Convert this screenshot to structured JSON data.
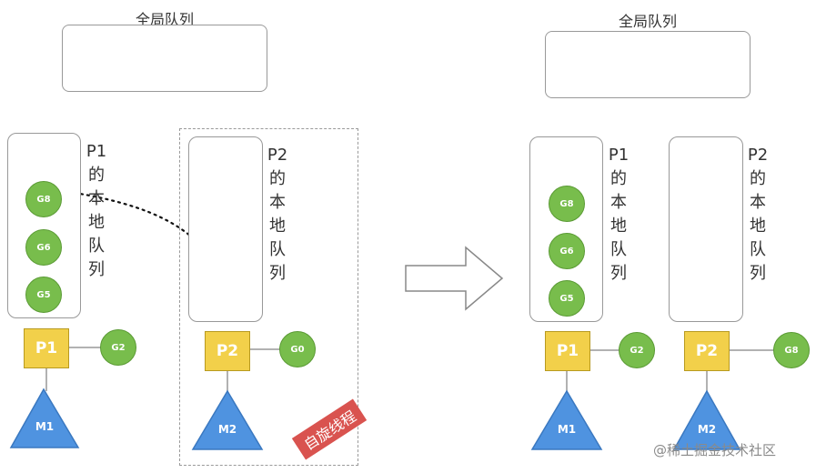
{
  "left": {
    "global_queue_title": "全局队列",
    "p1": {
      "local_label": [
        "P1",
        "的",
        "本",
        "地",
        "队",
        "列"
      ],
      "queue": [
        "G8",
        "G6",
        "G5"
      ],
      "name": "P1",
      "running": "G2",
      "machine": "M1"
    },
    "p2": {
      "local_label": [
        "P2",
        "的",
        "本",
        "地",
        "队",
        "列"
      ],
      "queue": [],
      "name": "P2",
      "running": "G0",
      "machine": "M2",
      "badge": "自旋线程"
    }
  },
  "right": {
    "global_queue_title": "全局队列",
    "p1": {
      "local_label": [
        "P1",
        "的",
        "本",
        "地",
        "队",
        "列"
      ],
      "queue": [
        "G8",
        "G6",
        "G5"
      ],
      "name": "P1",
      "running": "G2",
      "machine": "M1"
    },
    "p2": {
      "local_label": [
        "P2",
        "的",
        "本",
        "地",
        "队",
        "列"
      ],
      "queue": [],
      "name": "P2",
      "running": "G8",
      "machine": "M2"
    }
  },
  "watermark": "@稀土掘金技术社区",
  "colors": {
    "goroutine": "#78bd4c",
    "processor": "#f2d04a",
    "machine": "#4f93e0",
    "badge": "#d9534f"
  }
}
